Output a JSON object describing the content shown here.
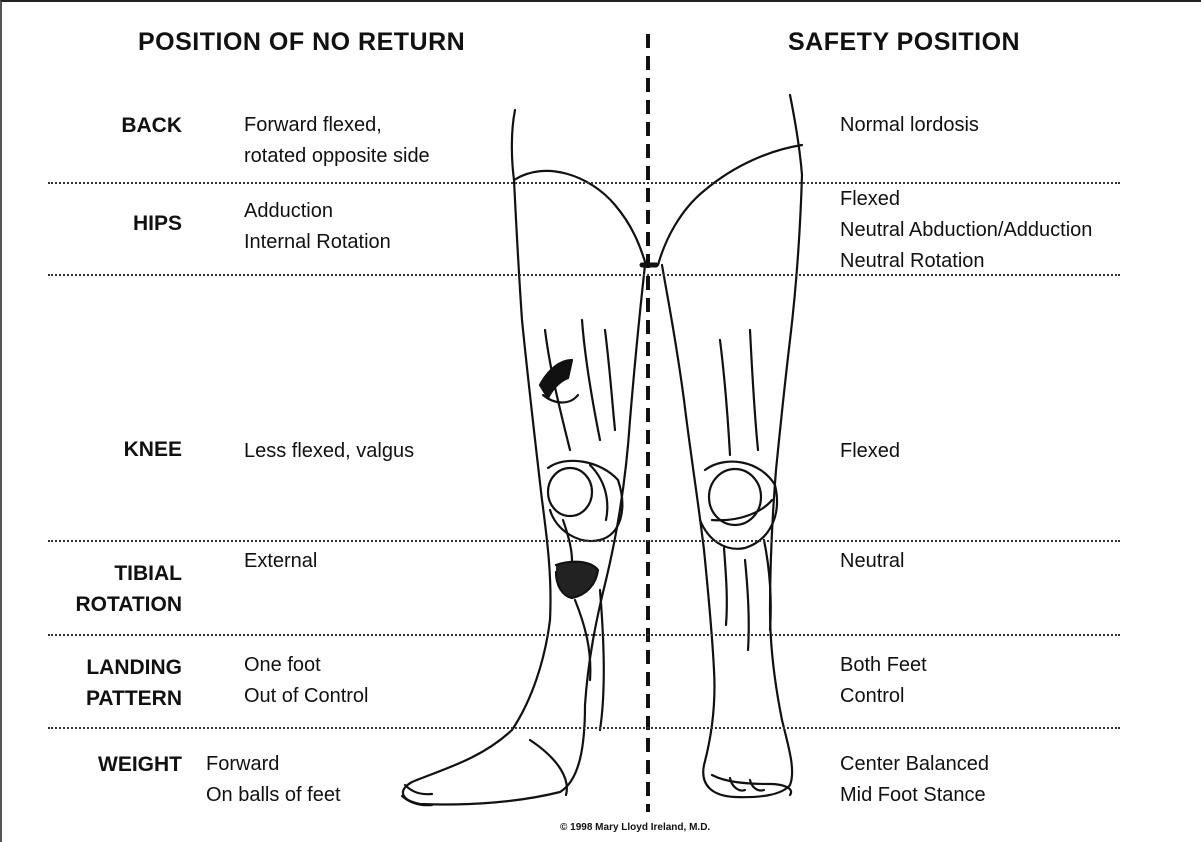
{
  "headers": {
    "left": "POSITION OF NO RETURN",
    "right": "SAFETY POSITION"
  },
  "rows": {
    "back": {
      "label": [
        "BACK"
      ],
      "left": [
        "Forward flexed,",
        "rotated opposite side"
      ],
      "right": [
        "Normal lordosis"
      ]
    },
    "hips": {
      "label": [
        "HIPS"
      ],
      "left": [
        "Adduction",
        "Internal Rotation"
      ],
      "right": [
        "Flexed",
        "Neutral Abduction/Adduction",
        "Neutral Rotation"
      ]
    },
    "knee": {
      "label": [
        "KNEE"
      ],
      "left": [
        "Less flexed, valgus"
      ],
      "right": [
        "Flexed"
      ]
    },
    "tibial": {
      "label": [
        "TIBIAL",
        "ROTATION"
      ],
      "left": [
        "External"
      ],
      "right": [
        "Neutral"
      ]
    },
    "landing": {
      "label": [
        "LANDING",
        "PATTERN"
      ],
      "left": [
        "One foot",
        "Out of Control"
      ],
      "right": [
        "Both Feet",
        "Control"
      ]
    },
    "weight": {
      "label": [
        "WEIGHT"
      ],
      "left": [
        "Forward",
        "On balls of feet"
      ],
      "right": [
        "Center Balanced",
        "Mid Foot Stance"
      ]
    }
  },
  "copyright": "© 1998 Mary Lloyd Ireland, M.D."
}
